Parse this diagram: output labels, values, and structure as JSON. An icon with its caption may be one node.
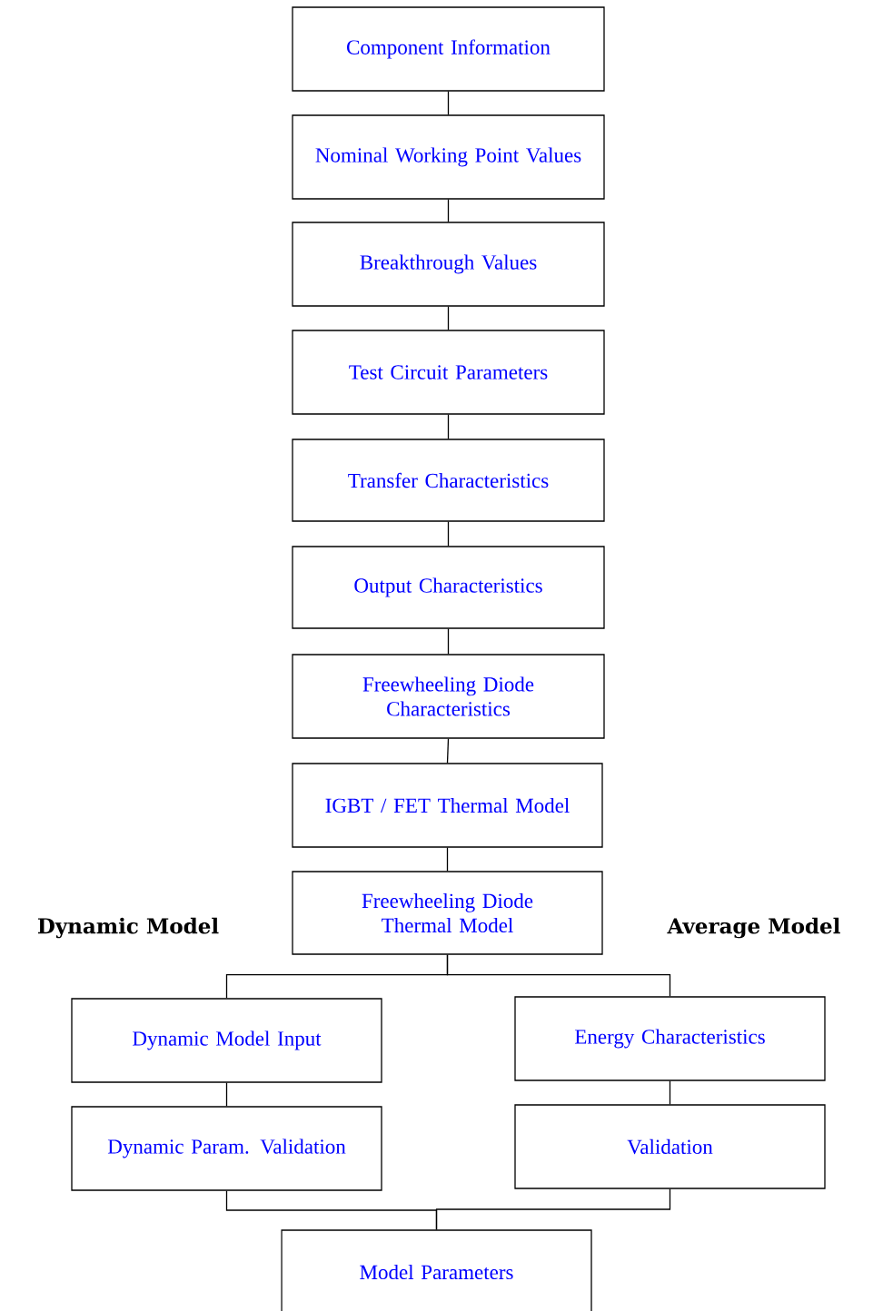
{
  "diagram": {
    "nodes": [
      {
        "text": [
          "Component Information"
        ]
      },
      {
        "text": [
          "Nominal Working Point Values"
        ]
      },
      {
        "text": [
          "Breakthrough Values"
        ]
      },
      {
        "text": [
          "Test Circuit Parameters"
        ]
      },
      {
        "text": [
          "Transfer Characteristics"
        ]
      },
      {
        "text": [
          "Output Characteristics"
        ]
      },
      {
        "text": [
          "Freewheeling Diode Characteristics"
        ]
      },
      {
        "text": [
          "IGBT / FET Thermal Model"
        ]
      },
      {
        "text": [
          "Freewheeling Diode Thermal Model"
        ]
      },
      {
        "text": [
          "Dynamic Model Input"
        ]
      },
      {
        "text": [
          "Dynamic Param. Validation"
        ]
      },
      {
        "text": [
          "Energy Characteristics"
        ]
      },
      {
        "text": [
          "Validation"
        ]
      },
      {
        "text": [
          "Model Parameters"
        ]
      }
    ],
    "edges": [
      {
        "from": 0,
        "to": 1,
        "arrow": "none"
      },
      {
        "from": 1,
        "to": 2,
        "arrow": "none"
      },
      {
        "from": 2,
        "to": 3,
        "arrow": "none"
      },
      {
        "from": 3,
        "to": 4,
        "arrow": "none"
      },
      {
        "from": 4,
        "to": 5,
        "arrow": "none"
      },
      {
        "from": 5,
        "to": 6,
        "arrow": "none"
      },
      {
        "from": 6,
        "to": 7,
        "arrow": "none"
      },
      {
        "from": 7,
        "to": 8,
        "arrow": "none"
      },
      {
        "from": 8,
        "to": 9,
        "arrow": "none"
      },
      {
        "from": 8,
        "to": 11,
        "arrow": "none"
      },
      {
        "from": 9,
        "to": 10,
        "arrow": "none"
      },
      {
        "from": 11,
        "to": 12,
        "arrow": "none"
      },
      {
        "from": 10,
        "to": 13,
        "arrow": "none"
      },
      {
        "from": 12,
        "to": 13,
        "arrow": "none"
      }
    ],
    "labels": [
      "Dynamic Model",
      "Average Model"
    ]
  }
}
